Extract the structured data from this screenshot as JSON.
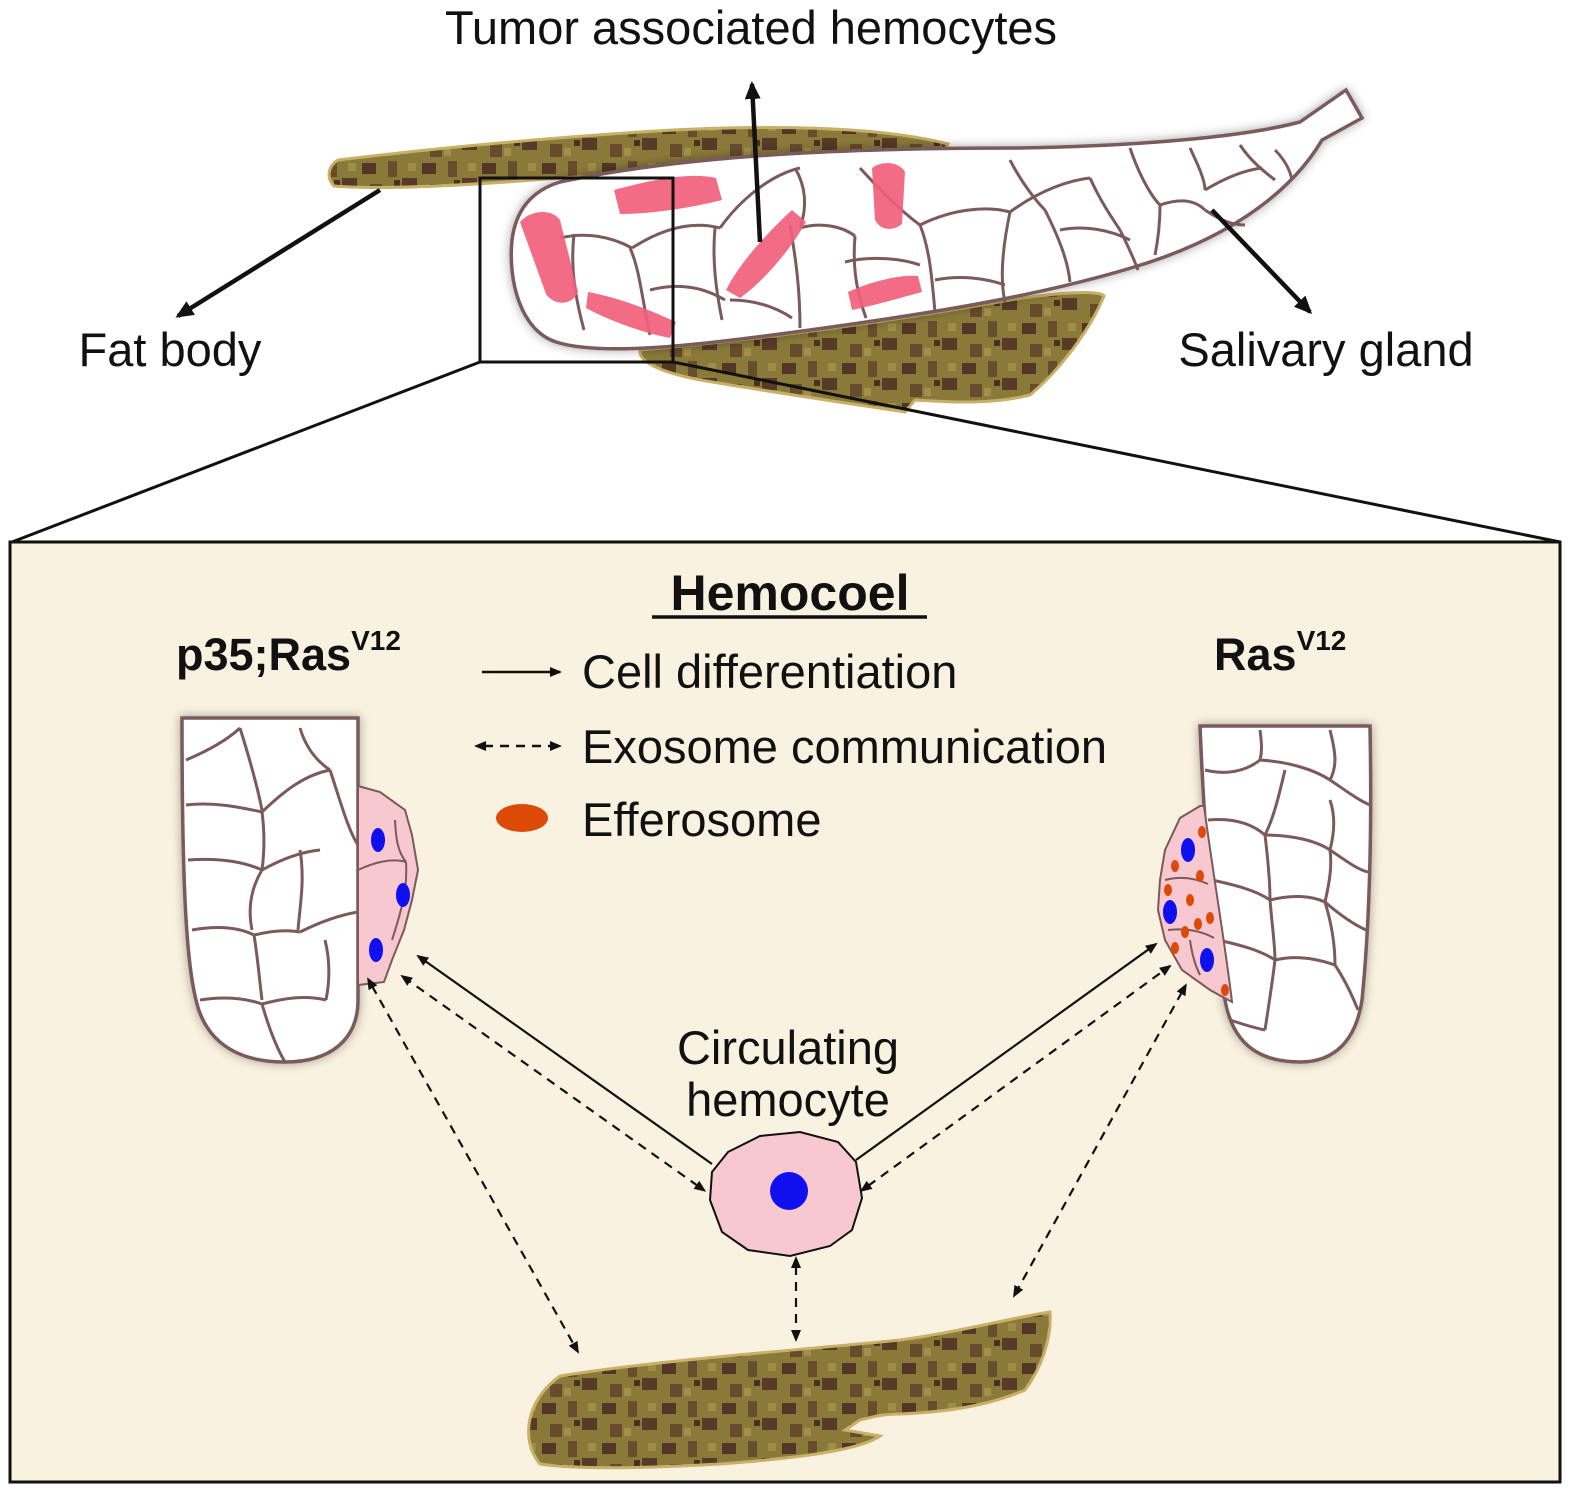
{
  "labels": {
    "tumor_hemocytes": "Tumor associated hemocytes",
    "fat_body": "Fat body",
    "salivary_gland": "Salivary gland",
    "hemocoel_title": "Hemocoel",
    "left_genotype_main": "p35;Ras",
    "left_genotype_sup": "V12",
    "right_genotype_main": "Ras",
    "right_genotype_sup": "V12",
    "circulating_line1": "Circulating",
    "circulating_line2": "hemocyte"
  },
  "legend": {
    "cell_differentiation": "Cell differentiation",
    "exosome_communication": "Exosome communication",
    "efferosome": "Efferosome"
  },
  "colors": {
    "fat_body": "#8a7a3a",
    "fat_body_spots": "#4a2a22",
    "gland_outline": "#7a5a5a",
    "tumor_hemocyte": "#f0607a",
    "hemocoel_bg": "#faf2e0",
    "hemocyte_pink": "#f8c8d0",
    "nucleus": "#1010ee",
    "efferosome": "#dd4a08"
  }
}
